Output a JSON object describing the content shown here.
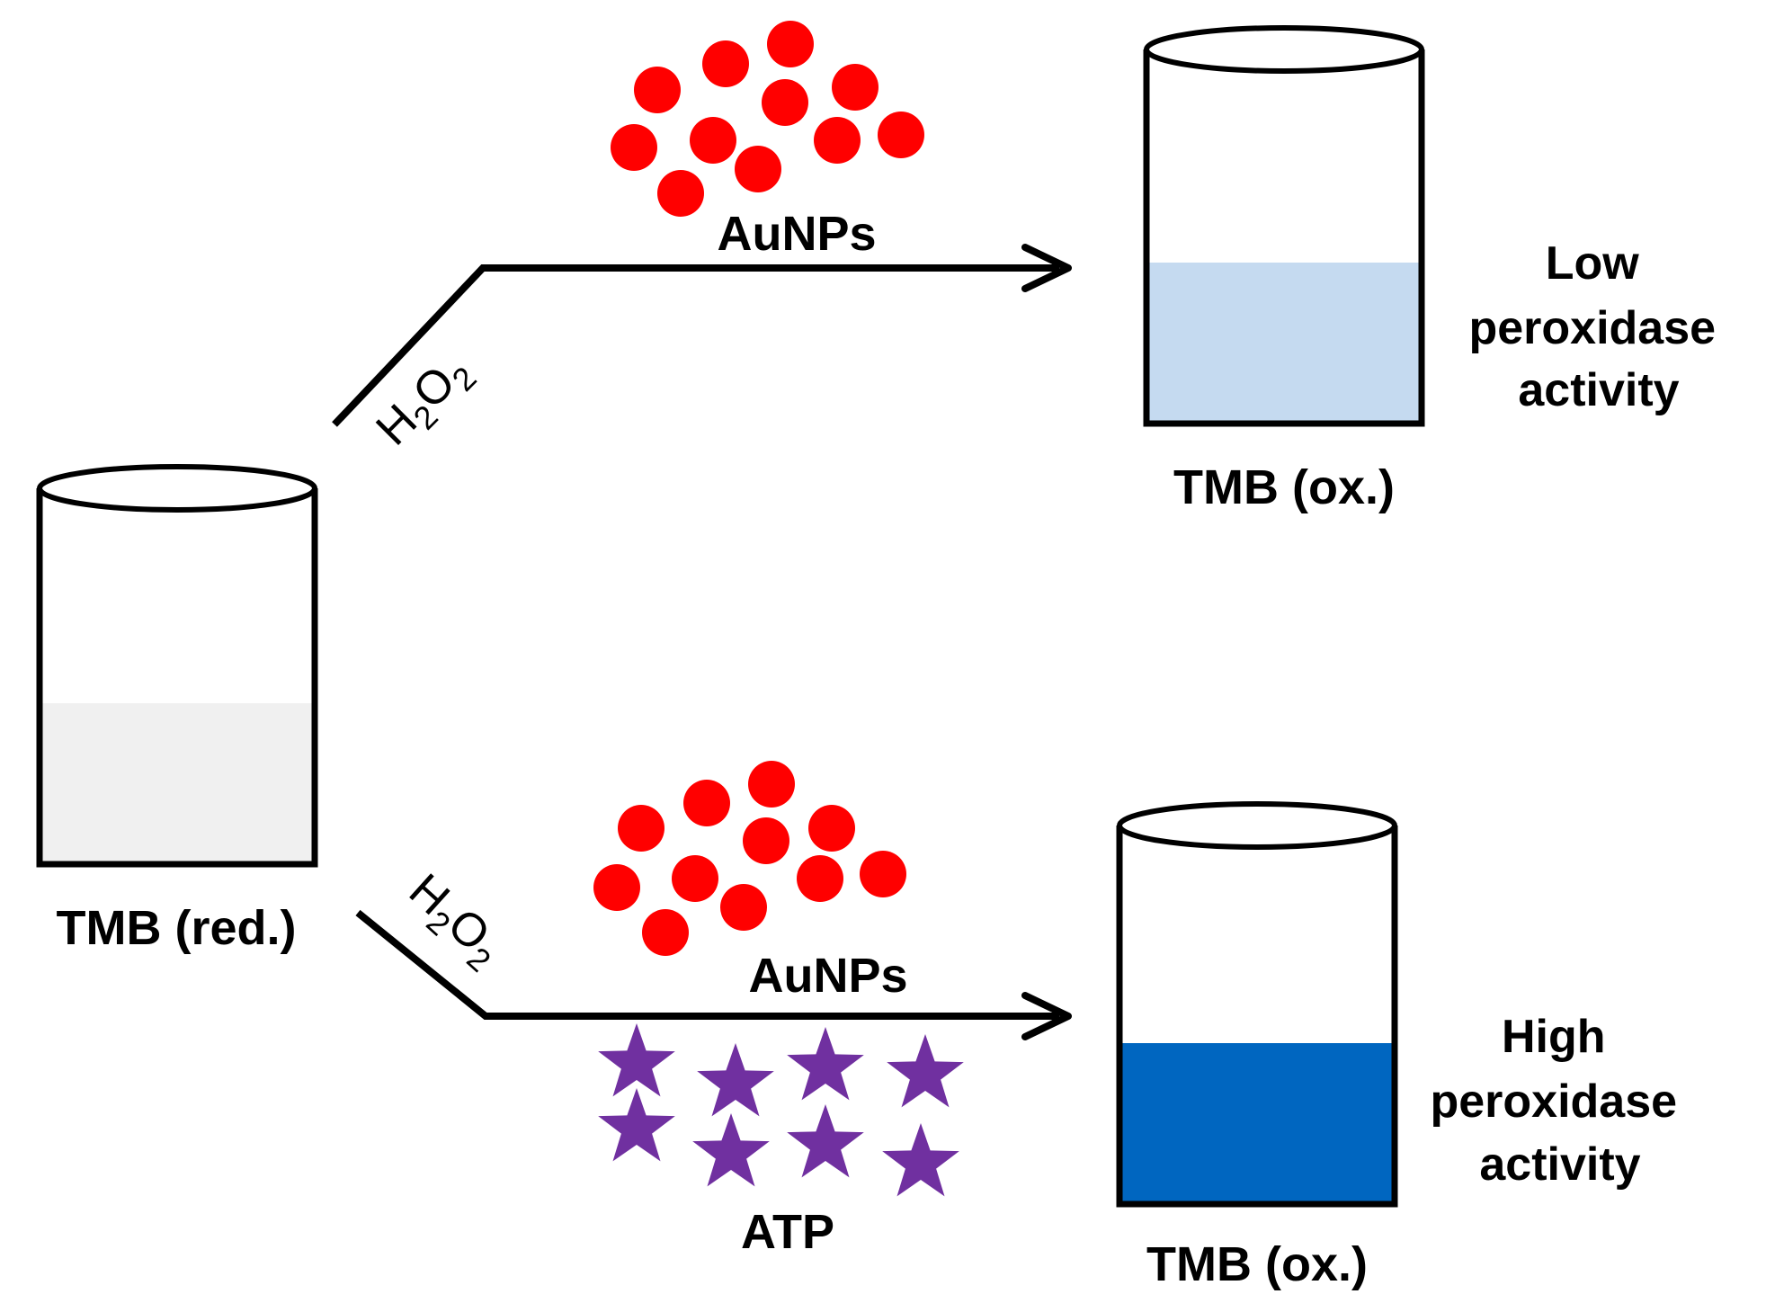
{
  "start": {
    "label": "TMB (red.)",
    "liquid_color": "#f0f0f0"
  },
  "reagent": {
    "base": "H",
    "sub1": "2",
    "mid": "O",
    "sub2": "2"
  },
  "top_branch": {
    "catalyst": "AuNPs",
    "catalyst_color": "#ff0000",
    "product_label": "TMB (ox.)",
    "liquid_color": "#c5daf0",
    "result_lines": [
      "Low",
      "peroxidase",
      "activity"
    ]
  },
  "bottom_branch": {
    "catalyst": "AuNPs",
    "catalyst_color": "#ff0000",
    "additive": "ATP",
    "additive_color": "#7030a0",
    "product_label": "TMB (ox.)",
    "liquid_color": "#0066c0",
    "result_lines": [
      "High",
      "peroxidase",
      "activity"
    ]
  },
  "icons": {
    "beaker": "beaker-icon",
    "nanoparticle": "nanoparticle-dot-icon",
    "atp": "star-icon"
  }
}
